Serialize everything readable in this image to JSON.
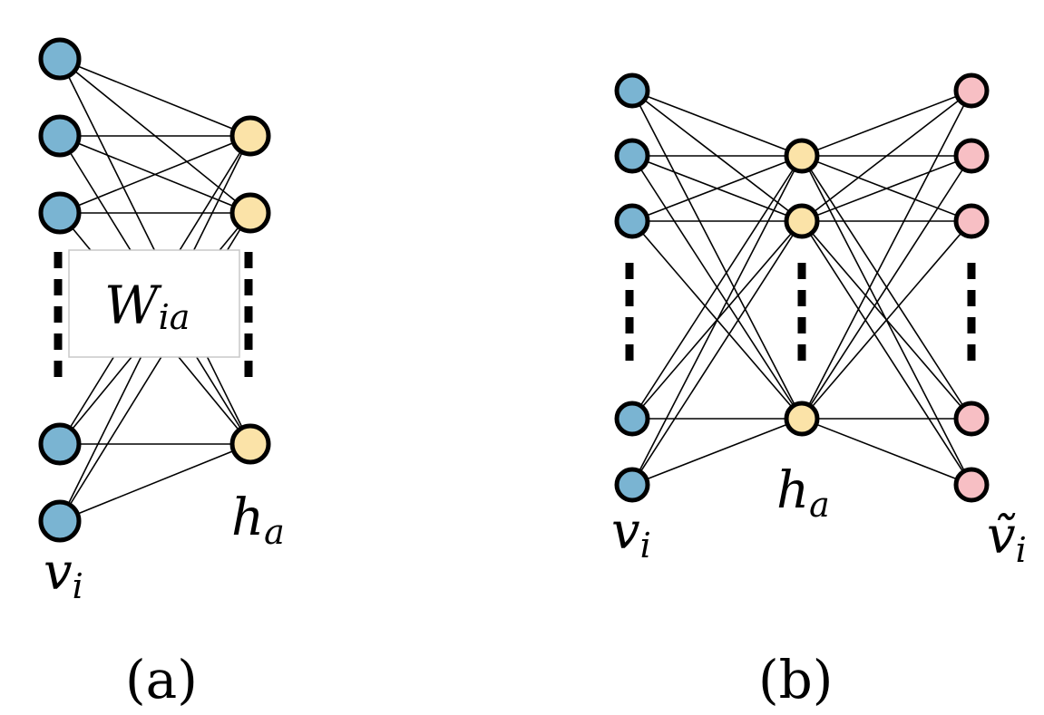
{
  "colors": {
    "visible_node": "#7ab4d2",
    "hidden_node": "#fbe3a8",
    "reconstructed_node": "#f7bfc4",
    "stroke": "#000000"
  },
  "panel_a": {
    "caption": "(a)",
    "weight_label": "W",
    "weight_label_sub": "ia",
    "visible_label": "v",
    "visible_label_sub": "i",
    "hidden_label": "h",
    "hidden_label_sub": "a"
  },
  "panel_b": {
    "caption": "(b)",
    "visible_label": "v",
    "visible_label_sub": "i",
    "hidden_label": "h",
    "hidden_label_sub": "a",
    "reconstructed_label": "ṽ",
    "reconstructed_label_sub": "i"
  }
}
